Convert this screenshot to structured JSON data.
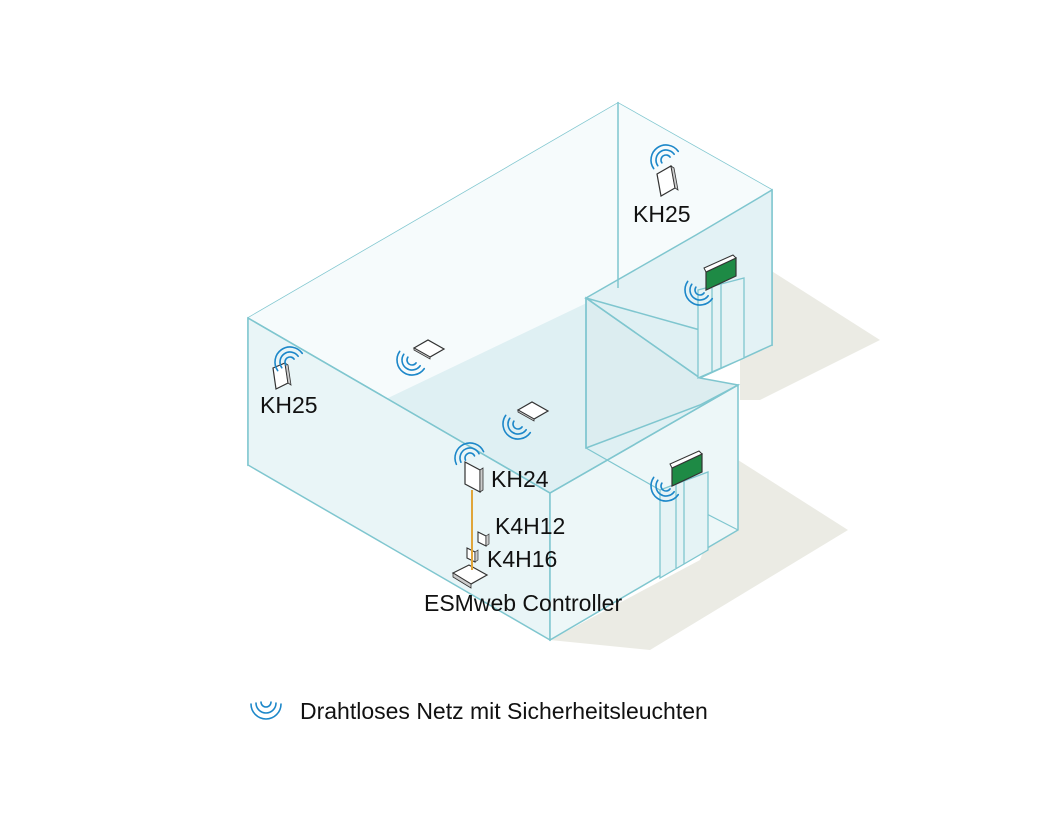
{
  "colors": {
    "wall": "#7fc6cf",
    "wall_fill_light": "#eef8f9",
    "floor_fill": "#d9eef1",
    "shadow": "#ebebe4",
    "wireless": "#1c87c9",
    "cable": "#e0a53a",
    "exit_sign": "#1e8a45"
  },
  "labels": {
    "kh25_top": "KH25",
    "kh25_left": "KH25",
    "kh24": "KH24",
    "k4h12": "K4H12",
    "k4h16": "K4H16",
    "controller": "ESMweb Controller"
  },
  "legend": {
    "icon": "wireless-signal-icon",
    "text": "Drahtloses Netz mit Sicherheitsleuchten"
  }
}
